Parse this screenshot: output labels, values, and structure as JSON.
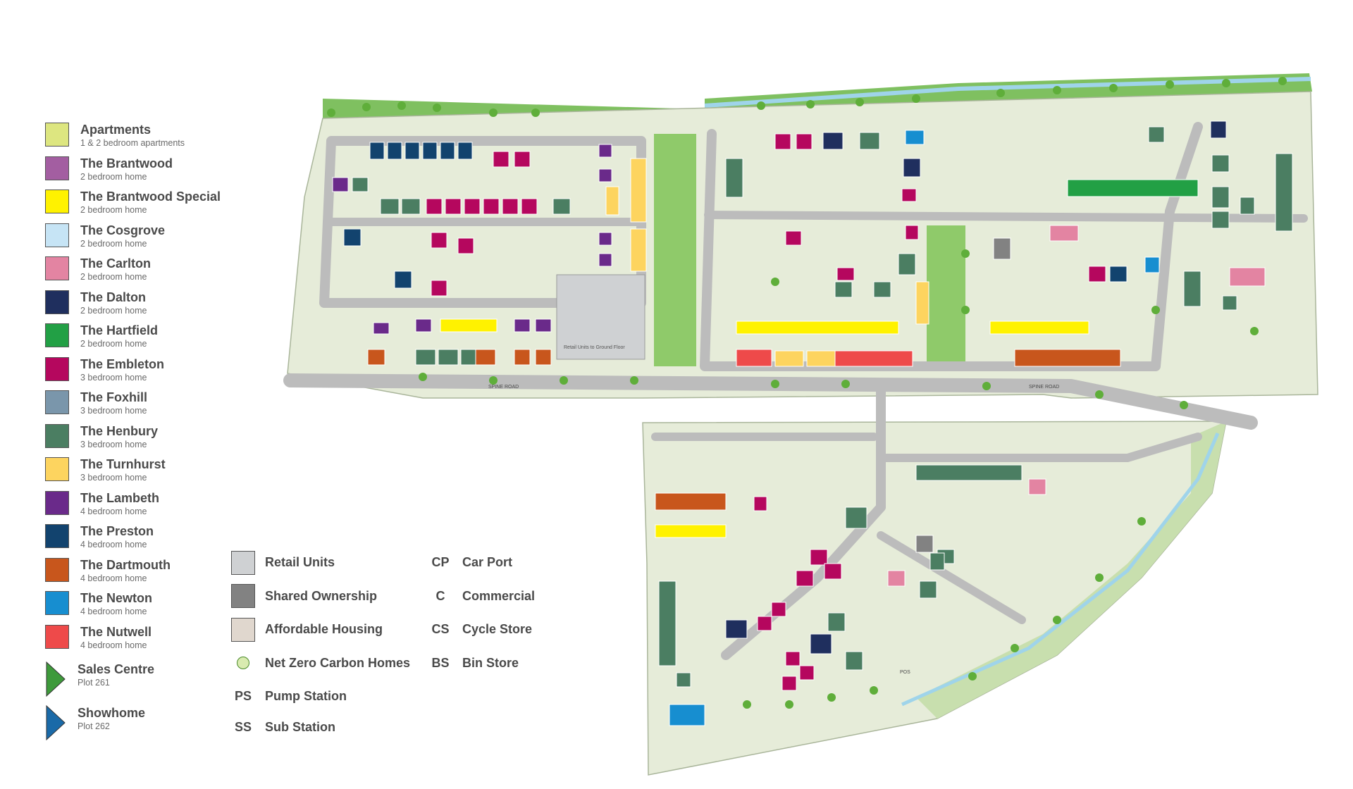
{
  "house_types": [
    {
      "name": "Apartments",
      "desc": "1 & 2 bedroom apartments",
      "color": "#dde680"
    },
    {
      "name": "The Brantwood",
      "desc": "2 bedroom home",
      "color": "#a35ea1"
    },
    {
      "name": "The Brantwood Special",
      "desc": "2 bedroom home",
      "color": "#fff200"
    },
    {
      "name": "The Cosgrove",
      "desc": "2 bedroom home",
      "color": "#c6e4f5"
    },
    {
      "name": "The Carlton",
      "desc": "2 bedroom home",
      "color": "#e384a2"
    },
    {
      "name": "The Dalton",
      "desc": "2 bedroom home",
      "color": "#1f2f5e"
    },
    {
      "name": "The Hartfield",
      "desc": "2 bedroom home",
      "color": "#22a045"
    },
    {
      "name": "The Embleton",
      "desc": "3 bedroom home",
      "color": "#b5075e"
    },
    {
      "name": "The Foxhill",
      "desc": "3 bedroom home",
      "color": "#7a96ab"
    },
    {
      "name": "The Henbury",
      "desc": "3 bedroom home",
      "color": "#4b7e62"
    },
    {
      "name": "The Turnhurst",
      "desc": "3 bedroom home",
      "color": "#fdd45f"
    },
    {
      "name": "The Lambeth",
      "desc": "4 bedroom home",
      "color": "#6a2a8a"
    },
    {
      "name": "The Preston",
      "desc": "4 bedroom home",
      "color": "#12436e"
    },
    {
      "name": "The Dartmouth",
      "desc": "4 bedroom home",
      "color": "#c8561c"
    },
    {
      "name": "The Newton",
      "desc": "4 bedroom home",
      "color": "#178ed0"
    },
    {
      "name": "The Nutwell",
      "desc": "4 bedroom home",
      "color": "#ee4a4a"
    }
  ],
  "markers": [
    {
      "name": "Sales Centre",
      "desc": "Plot 261",
      "color": "#3e9a3b"
    },
    {
      "name": "Showhome",
      "desc": "Plot 262",
      "color": "#1a6aa8"
    }
  ],
  "tenure": [
    {
      "name": "Retail Units",
      "color": "#cfd1d3"
    },
    {
      "name": "Shared Ownership",
      "color": "#828282"
    },
    {
      "name": "Affordable Housing",
      "color": "#e0d7ce"
    }
  ],
  "net_zero": {
    "name": "Net Zero Carbon Homes"
  },
  "abbrev_left": [
    {
      "code": "PS",
      "name": "Pump Station"
    },
    {
      "code": "SS",
      "name": "Sub Station"
    }
  ],
  "abbrev_right": [
    {
      "code": "CP",
      "name": "Car Port"
    },
    {
      "code": "C",
      "name": "Commercial"
    },
    {
      "code": "CS",
      "name": "Cycle Store"
    },
    {
      "code": "BS",
      "name": "Bin Store"
    }
  ],
  "map_labels": {
    "spine_road_1": "SPINE ROAD",
    "spine_road_2": "SPINE ROAD",
    "retail": "Retail Units to Ground Floor",
    "pos": "POS"
  }
}
